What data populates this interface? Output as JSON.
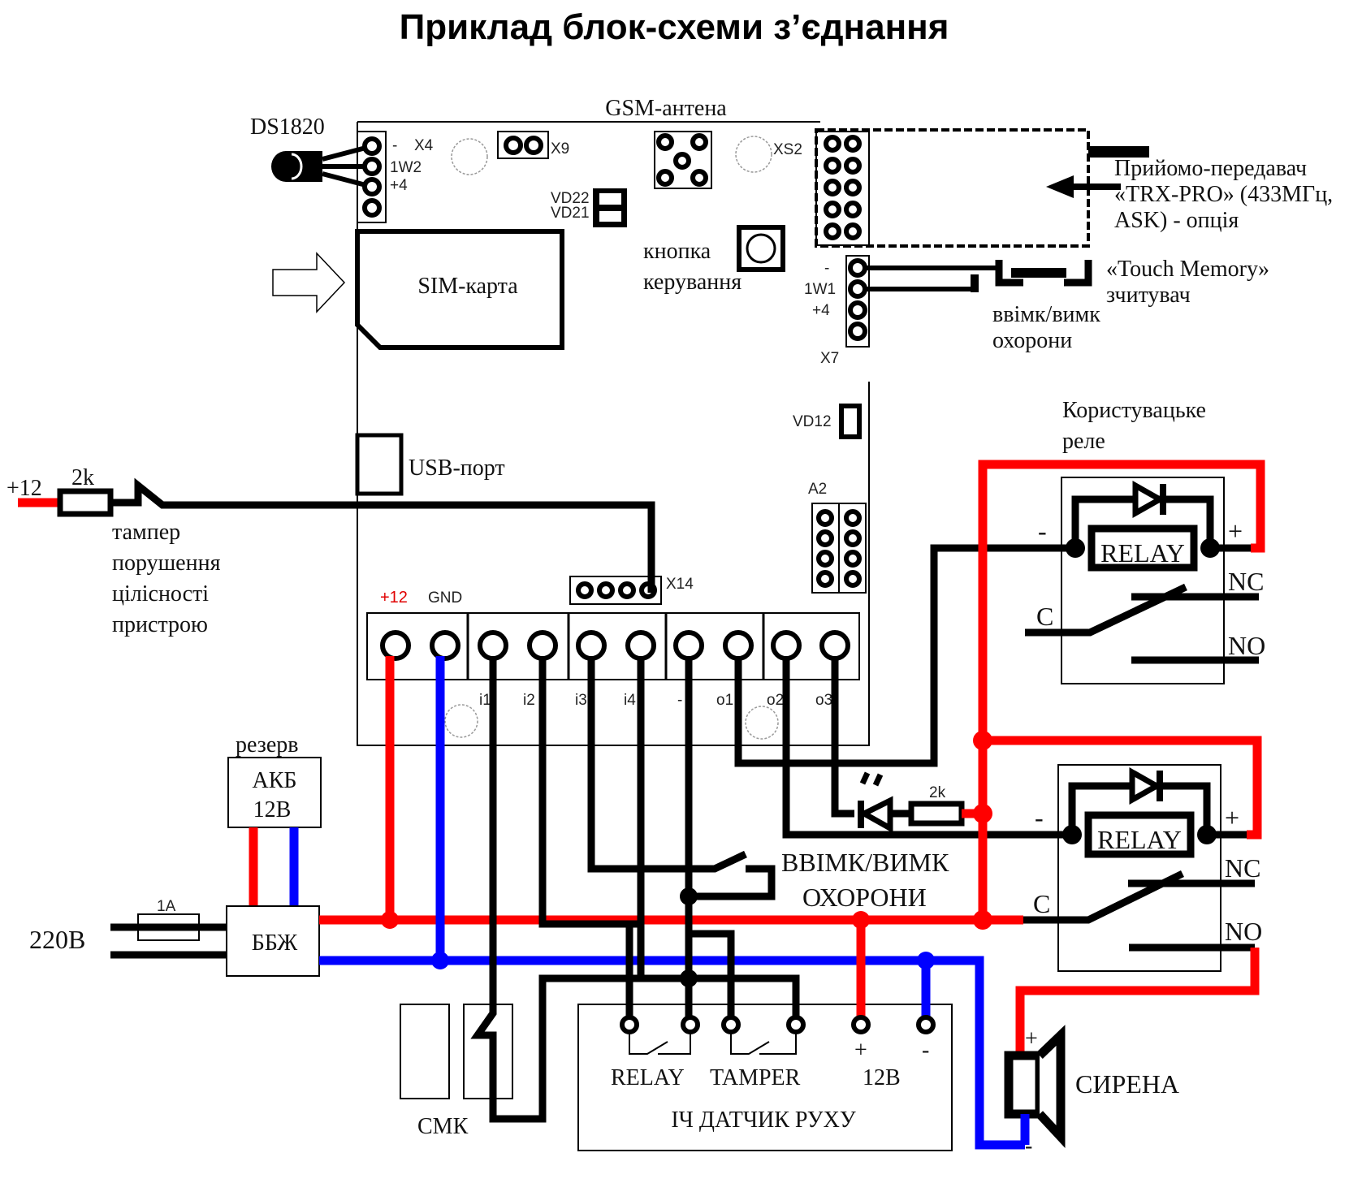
{
  "title": "Приклад блок-схеми з’єднання",
  "board": {
    "ds1820": "DS1820",
    "gsm_antenna": "GSM-антена",
    "x4": {
      "label": "X4",
      "pins": [
        "-",
        "1W2",
        "+4"
      ]
    },
    "x9": "X9",
    "xs2": "XS2",
    "vd22": "VD22",
    "vd21": "VD21",
    "sim_card": "SIM-карта",
    "control_button": [
      "кнопка",
      "керування"
    ],
    "x7": {
      "label": "X7",
      "pins": [
        "-",
        "1W1",
        "+4"
      ]
    },
    "vd12": "VD12",
    "usb_port": "USB-порт",
    "a2": "A2",
    "x14": "X14",
    "terminals": [
      "+12",
      "GND"
    ],
    "terminal_pins": [
      "i1",
      "i2",
      "i3",
      "i4",
      "-",
      "o1",
      "o2",
      "o3"
    ]
  },
  "transceiver": [
    "Прийомо-передавач",
    "«TRX-PRO»  (433МГц,",
    "ASK) - опція"
  ],
  "touch_memory": [
    "«Touch Memory»",
    "зчитувач"
  ],
  "arm_disarm_small": [
    "ввімк/вимк",
    "охорони"
  ],
  "tamper": {
    "voltage": "+12",
    "resistor": "2k",
    "caption": [
      "тампер",
      "порушення",
      "цілісності",
      "пристрою"
    ]
  },
  "user_relay": {
    "caption": [
      "Користувацьке",
      "реле"
    ],
    "relay_label": "RELAY",
    "minus": "-",
    "plus": "+",
    "nc": "NC",
    "no": "NO",
    "common": "C"
  },
  "led_resistor": "2k",
  "arm_disarm_big": [
    "ВВІМК/ВИМК",
    "ОХОРОНИ"
  ],
  "power": {
    "reserve": "резерв",
    "battery": [
      "АКБ",
      "12В"
    ],
    "fuse": "1А",
    "mains": "220В",
    "psu": "ББЖ"
  },
  "motion_sensor": {
    "relay": "RELAY",
    "tamper": "TAMPER",
    "voltage": "12В",
    "plus": "+",
    "minus": "-",
    "name": "ІЧ ДАТЧИК РУХУ"
  },
  "smk": "СМК",
  "siren": {
    "name": "СИРЕНА",
    "plus": "+",
    "minus": "-"
  },
  "colors": {
    "positive": "#ff0000",
    "negative": "#0000ff",
    "signal": "#000000"
  }
}
